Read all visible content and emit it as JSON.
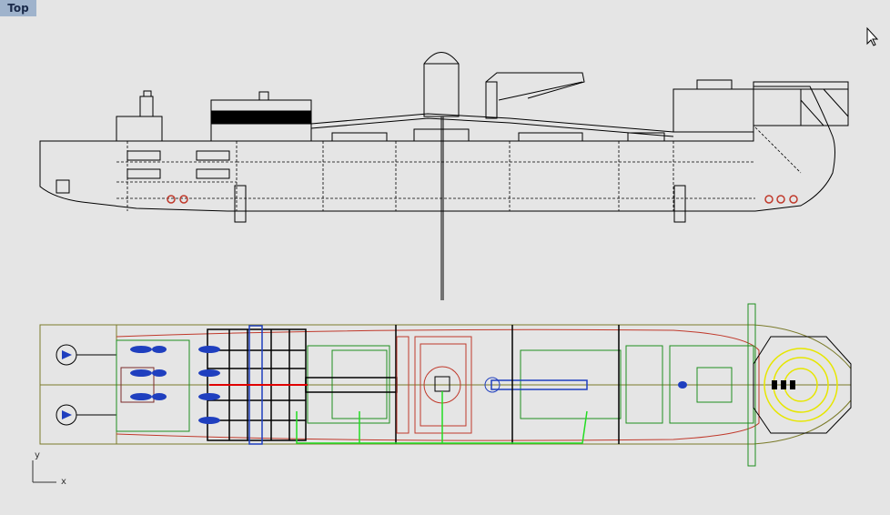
{
  "viewport": {
    "title": "Top"
  },
  "axes": {
    "x_label": "x",
    "y_label": "y"
  },
  "colors": {
    "background": "#e5e5e5",
    "hull_line": "#000000",
    "deck_outline": "#7a7a2a",
    "green_equipment": "#1f8f1f",
    "red_equipment": "#c0392b",
    "blue_equipment": "#1f3fbf",
    "yellow_thruster": "#e6e600",
    "pipe_green": "#22dd22"
  },
  "icons": {
    "cursor": "mouse-pointer-icon",
    "axis": "axis-triad-icon"
  }
}
